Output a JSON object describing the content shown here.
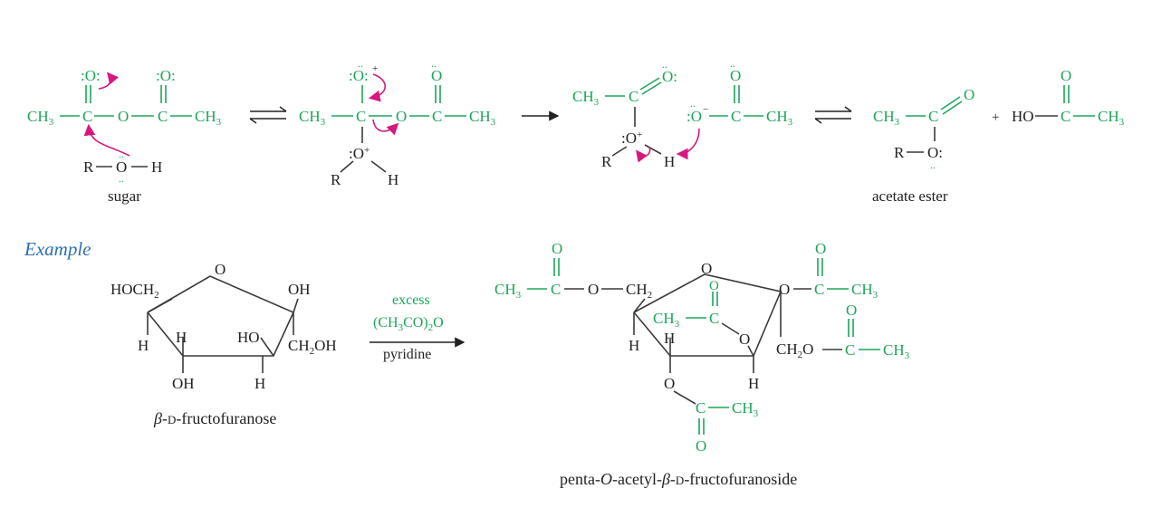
{
  "labels": {
    "sugar": "sugar",
    "acetate_ester": "acetate ester",
    "example": "Example",
    "reactant_name": "fructofuranose",
    "reactant_prefix": "β-",
    "d_letter": "D",
    "product_prefix": "penta-",
    "product_O": "O",
    "product_mid": "-acetyl-",
    "product_beta": "β-",
    "product_suffix": "-fructofuranoside"
  },
  "reagents": {
    "line1": "excess",
    "line2": "(CH",
    "line2_sub1": "3",
    "line2_mid": "CO)",
    "line2_sub2": "2",
    "line2_end": "O",
    "line3": "pyridine"
  },
  "atoms": {
    "ch3": "CH",
    "three": "3",
    "C": "C",
    "O": "O",
    "H": "H",
    "R": "R",
    "HO": "HO",
    "OH": "OH",
    "HOCH": "HOCH",
    "CH2OH_a": "CH",
    "CH2OH_b": "OH",
    "CH2O": "O",
    "two": "2",
    "plus": "+",
    "lp": ":",
    "ldots": "..",
    "plus_sup": "+"
  },
  "colors": {
    "green": "#1ea55a",
    "magenta": "#d6187e",
    "blue": "#2a6fb0",
    "black": "#222222"
  }
}
